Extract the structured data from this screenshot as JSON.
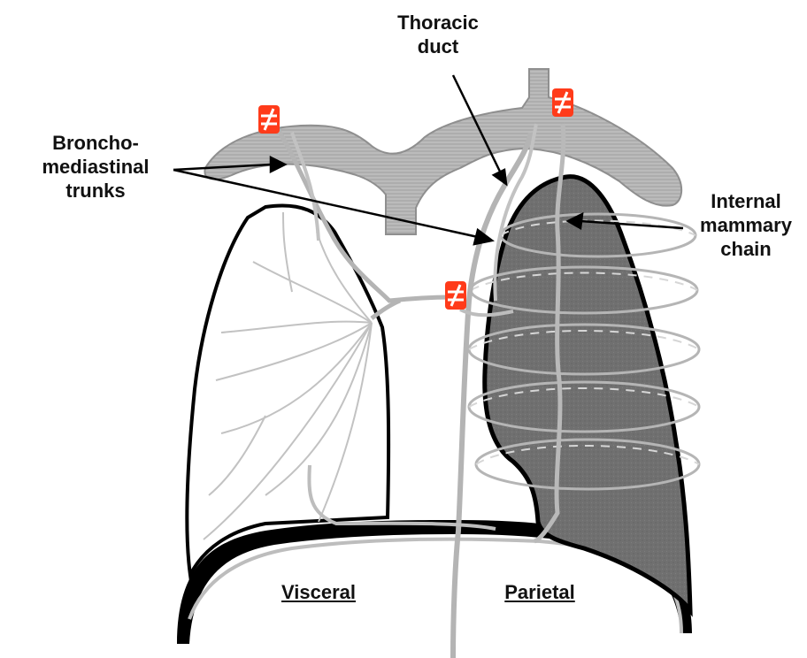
{
  "labels": {
    "thoracic_duct": [
      "Thoracic",
      "duct"
    ],
    "broncho_trunks": [
      "Broncho-",
      "mediastinal",
      "trunks"
    ],
    "internal_mammary": [
      "Internal",
      "mammary",
      "chain"
    ],
    "visceral": "Visceral",
    "parietal": "Parietal"
  },
  "colors": {
    "vessel": "#b4b4b4",
    "vessel_light": "#d0d0d0",
    "outline": "#000000",
    "parietal_fill": "#6e6e6e",
    "vein_fill": "#a9a9a9",
    "blocker": "#ff3b1a"
  }
}
